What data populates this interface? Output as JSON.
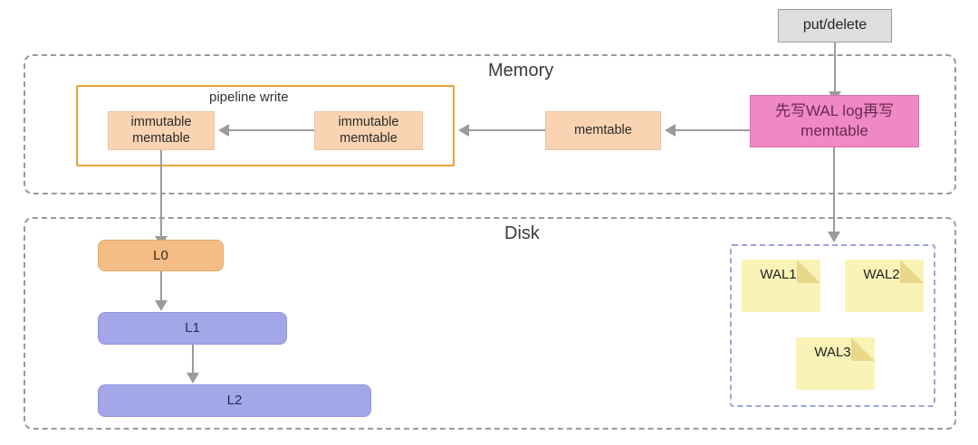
{
  "diagram": {
    "title": "LSM-tree write path",
    "colors": {
      "peach": "#f9d3b2",
      "orange": "#f4bd86",
      "blue": "#a3a7e8",
      "pink": "#f088c4",
      "grey": "#dedede",
      "note_yellow": "#faf3b8",
      "note_fold": "#e8d98a",
      "pipeline_border": "#e8a33d",
      "region_border": "#9a9a9a",
      "wal_region_border": "#9aa3dd",
      "connector": "#9b9b9b"
    }
  },
  "entry": {
    "put_delete_label": "put/delete"
  },
  "memory": {
    "region_label": "Memory",
    "wal_box_label": "先写WAL log再写\nmemtable",
    "memtable_label": "memtable",
    "pipeline": {
      "label": "pipeline write",
      "boxes": [
        {
          "label": "immutable\nmemtable"
        },
        {
          "label": "immutable\nmemtable"
        }
      ]
    }
  },
  "disk": {
    "region_label": "Disk",
    "levels": [
      {
        "label": "L0"
      },
      {
        "label": "L1"
      },
      {
        "label": "L2"
      }
    ],
    "wal_files": [
      {
        "label": "WAL1"
      },
      {
        "label": "WAL2"
      },
      {
        "label": "WAL3"
      }
    ]
  }
}
